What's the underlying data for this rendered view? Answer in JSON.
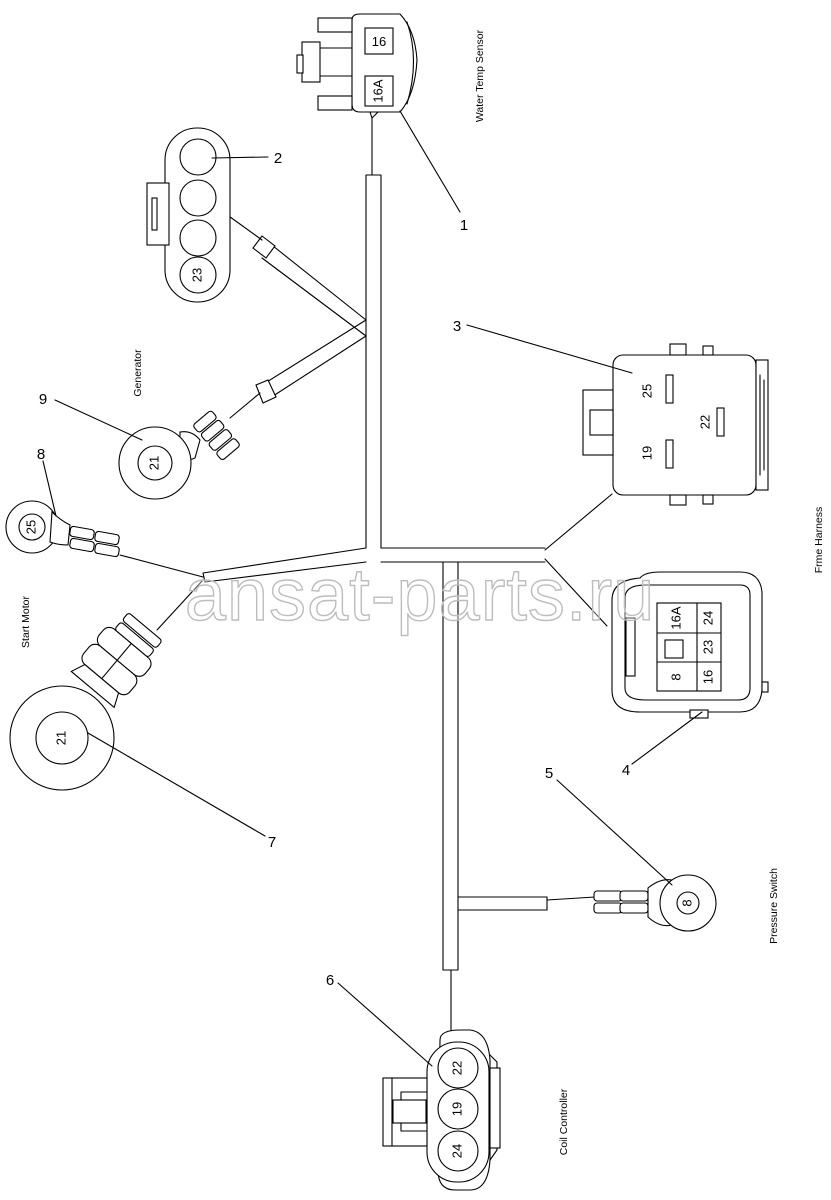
{
  "watermark": "ansat-parts.ru",
  "labels": {
    "water_temp_sensor": "Water Temp Sensor",
    "generator": "Generator",
    "start_motor": "Start Motor",
    "pressure_switch": "Pressure Switch",
    "coil_controller": "Coil Controller",
    "frame_harness": "Frme Harness"
  },
  "callouts": [
    "1",
    "2",
    "3",
    "4",
    "5",
    "6",
    "7",
    "8",
    "9"
  ],
  "connectors": {
    "water_temp_sensor": {
      "pins": [
        "16",
        "16A"
      ]
    },
    "generator_plug": {
      "pins": [
        "23"
      ]
    },
    "relay": {
      "pins": [
        "25",
        "22",
        "19"
      ]
    },
    "main_connector": {
      "pins": [
        "16A",
        "24",
        "23",
        "8",
        "16"
      ]
    },
    "pressure_switch": {
      "pins": [
        "8"
      ]
    },
    "coil_controller": {
      "pins": [
        "22",
        "19",
        "24"
      ]
    },
    "start_motor_big": {
      "pins": [
        "21"
      ]
    },
    "start_motor_small": {
      "pins": [
        "25"
      ]
    },
    "generator_ring": {
      "pins": [
        "21"
      ]
    }
  },
  "colors": {
    "line": "#000000",
    "watermark": "#bdbdbd"
  }
}
